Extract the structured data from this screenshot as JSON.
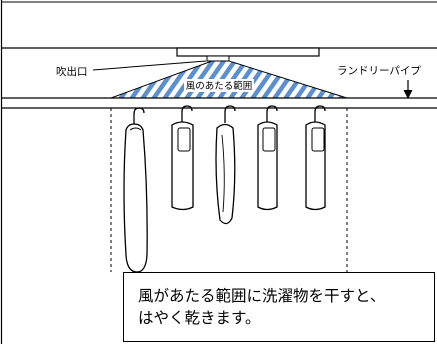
{
  "labels": {
    "outlet": "吹出口",
    "pipe": "ランドリーパイプ",
    "wind_area": "風のあたる範囲"
  },
  "caption": {
    "line1": "風があたる範囲に洗濯物を干すと、",
    "line2": "はやく乾きます。"
  },
  "colors": {
    "stripe": "#5b8fd0",
    "line": "#000000"
  },
  "hanging_items": [
    "long-towel",
    "shirt",
    "long-cloth",
    "shirt",
    "shirt"
  ]
}
